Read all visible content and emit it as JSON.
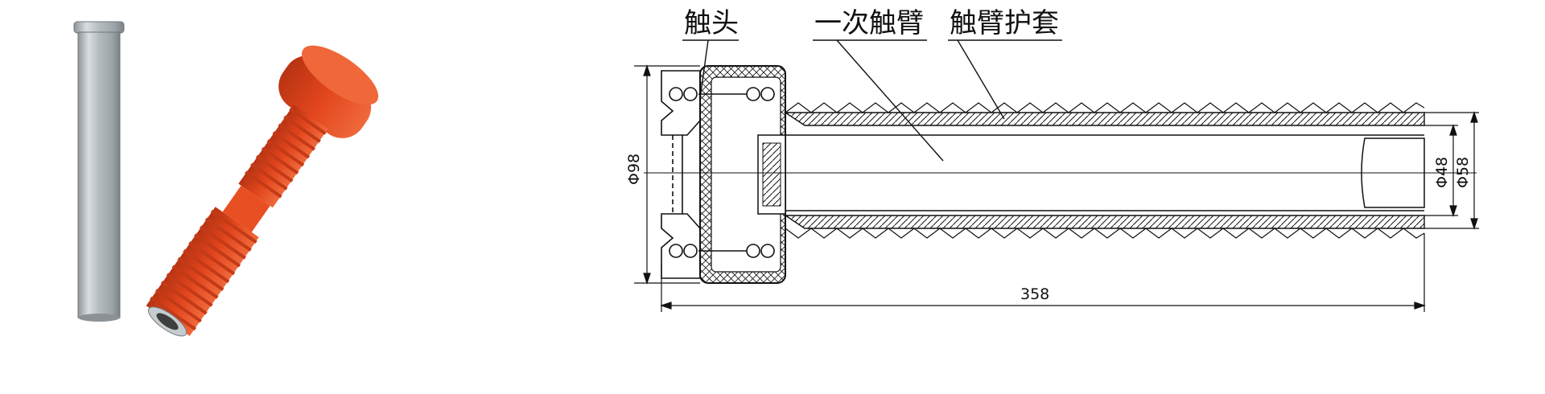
{
  "figure": {
    "labels": {
      "contact": "触头",
      "primary_arm": "一次触臂",
      "arm_sleeve": "触臂护套"
    },
    "dimensions": {
      "length": "358",
      "outer_diameter": "Φ98",
      "inner_diameter": "Φ48",
      "end_diameter": "Φ58"
    },
    "colors": {
      "metal": "#b9c0c3",
      "rubber": "#e2461d",
      "ink": "#111111"
    }
  }
}
